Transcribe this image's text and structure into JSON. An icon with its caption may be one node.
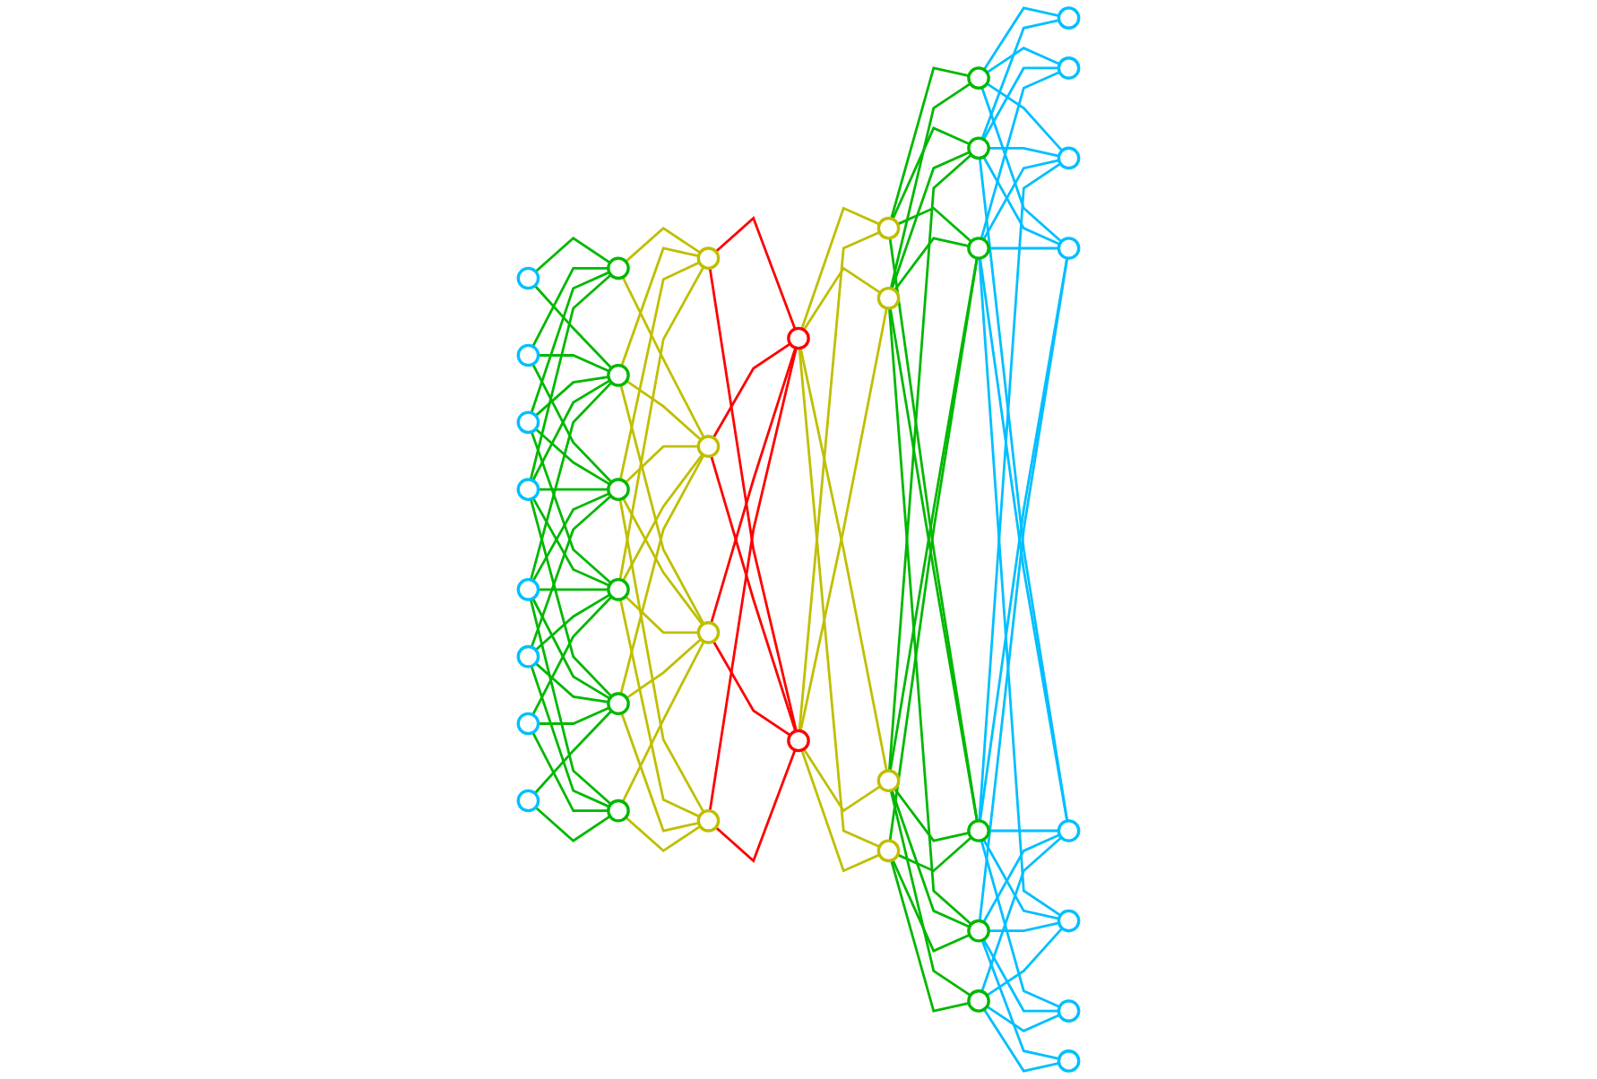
{
  "diagram": {
    "nodes": [
      {
        "text": [],
        "shape": "circle"
      },
      {
        "text": [],
        "shape": "circle"
      },
      {
        "text": [],
        "shape": "circle"
      },
      {
        "text": [],
        "shape": "circle"
      },
      {
        "text": [],
        "shape": "circle"
      },
      {
        "text": [],
        "shape": "circle"
      },
      {
        "text": [],
        "shape": "circle"
      },
      {
        "text": [],
        "shape": "circle"
      },
      {
        "text": [],
        "shape": "circle"
      },
      {
        "text": [],
        "shape": "circle"
      },
      {
        "text": [],
        "shape": "circle"
      },
      {
        "text": [],
        "shape": "circle"
      },
      {
        "text": [],
        "shape": "circle"
      },
      {
        "text": [],
        "shape": "circle"
      },
      {
        "text": [],
        "shape": "circle"
      },
      {
        "text": [],
        "shape": "circle"
      },
      {
        "text": [],
        "shape": "circle"
      },
      {
        "text": [],
        "shape": "circle"
      },
      {
        "text": [],
        "shape": "circle"
      },
      {
        "text": [],
        "shape": "circle"
      },
      {
        "text": [],
        "shape": "circle"
      },
      {
        "text": [],
        "shape": "circle"
      },
      {
        "text": [],
        "shape": "circle"
      },
      {
        "text": [],
        "shape": "circle"
      },
      {
        "text": [],
        "shape": "circle"
      },
      {
        "text": [],
        "shape": "circle"
      },
      {
        "text": [],
        "shape": "circle"
      },
      {
        "text": [],
        "shape": "circle"
      },
      {
        "text": [],
        "shape": "circle"
      },
      {
        "text": [],
        "shape": "circle"
      },
      {
        "text": [],
        "shape": "circle"
      },
      {
        "text": [],
        "shape": "circle"
      },
      {
        "text": [],
        "shape": "circle"
      },
      {
        "text": [],
        "shape": "circle"
      },
      {
        "text": [],
        "shape": "circle"
      },
      {
        "text": [],
        "shape": "circle"
      },
      {
        "text": [],
        "shape": "circle"
      },
      {
        "text": [],
        "shape": "circle"
      }
    ],
    "edges": [
      {
        "from": 0,
        "to": 8,
        "arrow": "none",
        "color": "#00b800"
      },
      {
        "from": 0,
        "to": 9,
        "arrow": "none",
        "color": "#00b800"
      },
      {
        "from": 1,
        "to": 8,
        "arrow": "none",
        "color": "#00b800"
      },
      {
        "from": 1,
        "to": 9,
        "arrow": "none",
        "color": "#00b800"
      },
      {
        "from": 1,
        "to": 10,
        "arrow": "none",
        "color": "#00b800"
      },
      {
        "from": 2,
        "to": 8,
        "arrow": "none",
        "color": "#00b800"
      },
      {
        "from": 2,
        "to": 9,
        "arrow": "none",
        "color": "#00b800"
      },
      {
        "from": 2,
        "to": 10,
        "arrow": "none",
        "color": "#00b800"
      },
      {
        "from": 2,
        "to": 11,
        "arrow": "none",
        "color": "#00b800"
      },
      {
        "from": 3,
        "to": 8,
        "arrow": "none",
        "color": "#00b800"
      },
      {
        "from": 3,
        "to": 9,
        "arrow": "none",
        "color": "#00b800"
      },
      {
        "from": 3,
        "to": 10,
        "arrow": "none",
        "color": "#00b800"
      },
      {
        "from": 3,
        "to": 11,
        "arrow": "none",
        "color": "#00b800"
      },
      {
        "from": 3,
        "to": 12,
        "arrow": "none",
        "color": "#00b800"
      },
      {
        "from": 4,
        "to": 9,
        "arrow": "none",
        "color": "#00b800"
      },
      {
        "from": 4,
        "to": 10,
        "arrow": "none",
        "color": "#00b800"
      },
      {
        "from": 4,
        "to": 11,
        "arrow": "none",
        "color": "#00b800"
      },
      {
        "from": 4,
        "to": 12,
        "arrow": "none",
        "color": "#00b800"
      },
      {
        "from": 4,
        "to": 13,
        "arrow": "none",
        "color": "#00b800"
      },
      {
        "from": 5,
        "to": 10,
        "arrow": "none",
        "color": "#00b800"
      },
      {
        "from": 5,
        "to": 11,
        "arrow": "none",
        "color": "#00b800"
      },
      {
        "from": 5,
        "to": 12,
        "arrow": "none",
        "color": "#00b800"
      },
      {
        "from": 5,
        "to": 13,
        "arrow": "none",
        "color": "#00b800"
      },
      {
        "from": 6,
        "to": 11,
        "arrow": "none",
        "color": "#00b800"
      },
      {
        "from": 6,
        "to": 12,
        "arrow": "none",
        "color": "#00b800"
      },
      {
        "from": 6,
        "to": 13,
        "arrow": "none",
        "color": "#00b800"
      },
      {
        "from": 7,
        "to": 12,
        "arrow": "none",
        "color": "#00b800"
      },
      {
        "from": 7,
        "to": 13,
        "arrow": "none",
        "color": "#00b800"
      },
      {
        "from": 8,
        "to": 14,
        "arrow": "none",
        "color": "#bfbf00"
      },
      {
        "from": 8,
        "to": 15,
        "arrow": "none",
        "color": "#bfbf00"
      },
      {
        "from": 9,
        "to": 14,
        "arrow": "none",
        "color": "#bfbf00"
      },
      {
        "from": 9,
        "to": 15,
        "arrow": "none",
        "color": "#bfbf00"
      },
      {
        "from": 9,
        "to": 16,
        "arrow": "none",
        "color": "#bfbf00"
      },
      {
        "from": 10,
        "to": 14,
        "arrow": "none",
        "color": "#bfbf00"
      },
      {
        "from": 10,
        "to": 15,
        "arrow": "none",
        "color": "#bfbf00"
      },
      {
        "from": 10,
        "to": 16,
        "arrow": "none",
        "color": "#bfbf00"
      },
      {
        "from": 10,
        "to": 17,
        "arrow": "none",
        "color": "#bfbf00"
      },
      {
        "from": 11,
        "to": 14,
        "arrow": "none",
        "color": "#bfbf00"
      },
      {
        "from": 11,
        "to": 15,
        "arrow": "none",
        "color": "#bfbf00"
      },
      {
        "from": 11,
        "to": 16,
        "arrow": "none",
        "color": "#bfbf00"
      },
      {
        "from": 11,
        "to": 17,
        "arrow": "none",
        "color": "#bfbf00"
      },
      {
        "from": 12,
        "to": 15,
        "arrow": "none",
        "color": "#bfbf00"
      },
      {
        "from": 12,
        "to": 16,
        "arrow": "none",
        "color": "#bfbf00"
      },
      {
        "from": 12,
        "to": 17,
        "arrow": "none",
        "color": "#bfbf00"
      },
      {
        "from": 13,
        "to": 16,
        "arrow": "none",
        "color": "#bfbf00"
      },
      {
        "from": 13,
        "to": 17,
        "arrow": "none",
        "color": "#bfbf00"
      },
      {
        "from": 14,
        "to": 18,
        "arrow": "none",
        "color": "#ff0000"
      },
      {
        "from": 14,
        "to": 19,
        "arrow": "none",
        "color": "#ff0000"
      },
      {
        "from": 15,
        "to": 18,
        "arrow": "none",
        "color": "#ff0000"
      },
      {
        "from": 15,
        "to": 19,
        "arrow": "none",
        "color": "#ff0000"
      },
      {
        "from": 16,
        "to": 18,
        "arrow": "none",
        "color": "#ff0000"
      },
      {
        "from": 16,
        "to": 19,
        "arrow": "none",
        "color": "#ff0000"
      },
      {
        "from": 17,
        "to": 18,
        "arrow": "none",
        "color": "#ff0000"
      },
      {
        "from": 17,
        "to": 19,
        "arrow": "none",
        "color": "#ff0000"
      },
      {
        "from": 18,
        "to": 20,
        "arrow": "none",
        "color": "#bfbf00"
      },
      {
        "from": 18,
        "to": 21,
        "arrow": "none",
        "color": "#bfbf00"
      },
      {
        "from": 18,
        "to": 22,
        "arrow": "none",
        "color": "#bfbf00"
      },
      {
        "from": 18,
        "to": 23,
        "arrow": "none",
        "color": "#bfbf00"
      },
      {
        "from": 19,
        "to": 20,
        "arrow": "none",
        "color": "#bfbf00"
      },
      {
        "from": 19,
        "to": 21,
        "arrow": "none",
        "color": "#bfbf00"
      },
      {
        "from": 19,
        "to": 22,
        "arrow": "none",
        "color": "#bfbf00"
      },
      {
        "from": 19,
        "to": 23,
        "arrow": "none",
        "color": "#bfbf00"
      },
      {
        "from": 20,
        "to": 24,
        "arrow": "none",
        "color": "#00b800"
      },
      {
        "from": 20,
        "to": 25,
        "arrow": "none",
        "color": "#00b800"
      },
      {
        "from": 20,
        "to": 26,
        "arrow": "none",
        "color": "#00b800"
      },
      {
        "from": 20,
        "to": 27,
        "arrow": "none",
        "color": "#00b800"
      },
      {
        "from": 21,
        "to": 24,
        "arrow": "none",
        "color": "#00b800"
      },
      {
        "from": 21,
        "to": 25,
        "arrow": "none",
        "color": "#00b800"
      },
      {
        "from": 21,
        "to": 26,
        "arrow": "none",
        "color": "#00b800"
      },
      {
        "from": 21,
        "to": 27,
        "arrow": "none",
        "color": "#00b800"
      },
      {
        "from": 21,
        "to": 28,
        "arrow": "none",
        "color": "#00b800"
      },
      {
        "from": 22,
        "to": 25,
        "arrow": "none",
        "color": "#00b800"
      },
      {
        "from": 22,
        "to": 26,
        "arrow": "none",
        "color": "#00b800"
      },
      {
        "from": 22,
        "to": 27,
        "arrow": "none",
        "color": "#00b800"
      },
      {
        "from": 22,
        "to": 28,
        "arrow": "none",
        "color": "#00b800"
      },
      {
        "from": 22,
        "to": 29,
        "arrow": "none",
        "color": "#00b800"
      },
      {
        "from": 23,
        "to": 26,
        "arrow": "none",
        "color": "#00b800"
      },
      {
        "from": 23,
        "to": 27,
        "arrow": "none",
        "color": "#00b800"
      },
      {
        "from": 23,
        "to": 28,
        "arrow": "none",
        "color": "#00b800"
      },
      {
        "from": 23,
        "to": 29,
        "arrow": "none",
        "color": "#00b800"
      },
      {
        "from": 24,
        "to": 30,
        "arrow": "none",
        "color": "#00bfff"
      },
      {
        "from": 24,
        "to": 31,
        "arrow": "none",
        "color": "#00bfff"
      },
      {
        "from": 24,
        "to": 32,
        "arrow": "none",
        "color": "#00bfff"
      },
      {
        "from": 24,
        "to": 33,
        "arrow": "none",
        "color": "#00bfff"
      },
      {
        "from": 25,
        "to": 30,
        "arrow": "none",
        "color": "#00bfff"
      },
      {
        "from": 25,
        "to": 31,
        "arrow": "none",
        "color": "#00bfff"
      },
      {
        "from": 25,
        "to": 32,
        "arrow": "none",
        "color": "#00bfff"
      },
      {
        "from": 25,
        "to": 33,
        "arrow": "none",
        "color": "#00bfff"
      },
      {
        "from": 25,
        "to": 34,
        "arrow": "none",
        "color": "#00bfff"
      },
      {
        "from": 26,
        "to": 31,
        "arrow": "none",
        "color": "#00bfff"
      },
      {
        "from": 26,
        "to": 32,
        "arrow": "none",
        "color": "#00bfff"
      },
      {
        "from": 26,
        "to": 33,
        "arrow": "none",
        "color": "#00bfff"
      },
      {
        "from": 26,
        "to": 34,
        "arrow": "none",
        "color": "#00bfff"
      },
      {
        "from": 26,
        "to": 35,
        "arrow": "none",
        "color": "#00bfff"
      },
      {
        "from": 27,
        "to": 32,
        "arrow": "none",
        "color": "#00bfff"
      },
      {
        "from": 27,
        "to": 33,
        "arrow": "none",
        "color": "#00bfff"
      },
      {
        "from": 27,
        "to": 34,
        "arrow": "none",
        "color": "#00bfff"
      },
      {
        "from": 27,
        "to": 35,
        "arrow": "none",
        "color": "#00bfff"
      },
      {
        "from": 27,
        "to": 36,
        "arrow": "none",
        "color": "#00bfff"
      },
      {
        "from": 28,
        "to": 33,
        "arrow": "none",
        "color": "#00bfff"
      },
      {
        "from": 28,
        "to": 34,
        "arrow": "none",
        "color": "#00bfff"
      },
      {
        "from": 28,
        "to": 35,
        "arrow": "none",
        "color": "#00bfff"
      },
      {
        "from": 28,
        "to": 36,
        "arrow": "none",
        "color": "#00bfff"
      },
      {
        "from": 28,
        "to": 37,
        "arrow": "none",
        "color": "#00bfff"
      },
      {
        "from": 29,
        "to": 34,
        "arrow": "none",
        "color": "#00bfff"
      },
      {
        "from": 29,
        "to": 35,
        "arrow": "none",
        "color": "#00bfff"
      },
      {
        "from": 29,
        "to": 36,
        "arrow": "none",
        "color": "#00bfff"
      },
      {
        "from": 29,
        "to": 37,
        "arrow": "none",
        "color": "#00bfff"
      }
    ]
  }
}
